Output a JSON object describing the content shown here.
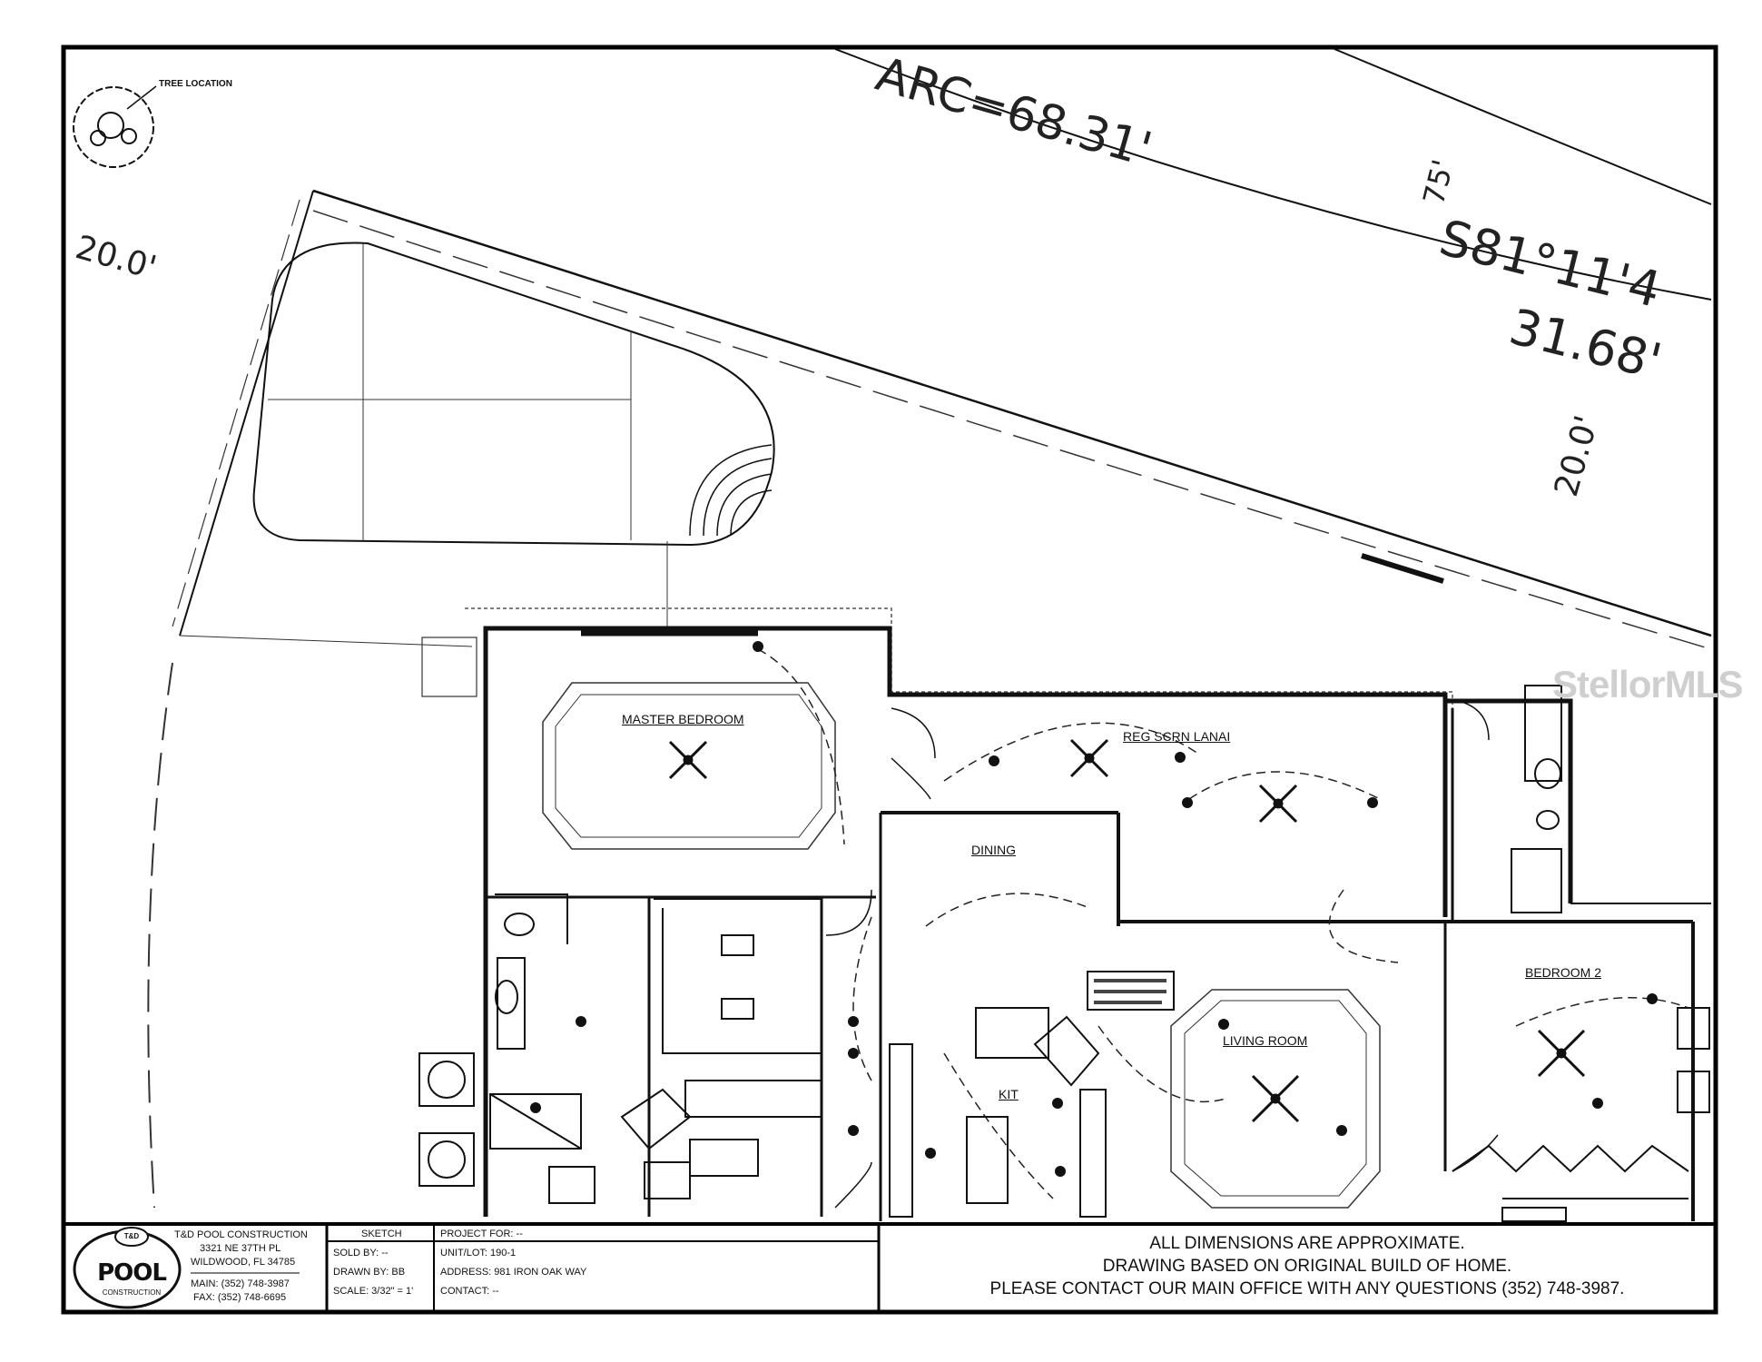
{
  "site": {
    "tree_label": "TREE LOCATION",
    "arc_label": "ARC=68.31'",
    "bearing_label": "S81°11'4",
    "dist_label": "31.68'",
    "setback_left": "20.0'",
    "setback_right": "20.0'",
    "small_75": "75'"
  },
  "rooms": {
    "master": "MASTER BEDROOM",
    "lanai": "REG SCRN LANAI",
    "dining": "DINING",
    "living": "LIVING ROOM",
    "kit": "KIT",
    "bedroom2": "BEDROOM 2"
  },
  "watermark": "StellorMLS",
  "company": {
    "logo_top": "T&D",
    "logo_word": "POOL",
    "logo_sub": "CONSTRUCTION",
    "name": "T&D POOL CONSTRUCTION",
    "address1": "3321 NE 37TH PL",
    "address2": "WILDWOOD, FL 34785",
    "main": "MAIN: (352) 748-3987",
    "fax": "FAX: (352) 748-6695"
  },
  "sketch": {
    "header": "SKETCH",
    "sold_by": "SOLD BY: --",
    "drawn_by": "DRAWN BY: BB",
    "scale": "SCALE: 3/32\" = 1'"
  },
  "project": {
    "header": "PROJECT FOR: --",
    "unit": "UNIT/LOT: 190-1",
    "address": "ADDRESS: 981 IRON OAK WAY",
    "contact": "CONTACT: --"
  },
  "notice": {
    "line1": "ALL DIMENSIONS ARE APPROXIMATE.",
    "line2": "DRAWING BASED ON ORIGINAL BUILD OF HOME.",
    "line3": "PLEASE CONTACT OUR MAIN OFFICE WITH ANY QUESTIONS (352) 748-3987."
  }
}
